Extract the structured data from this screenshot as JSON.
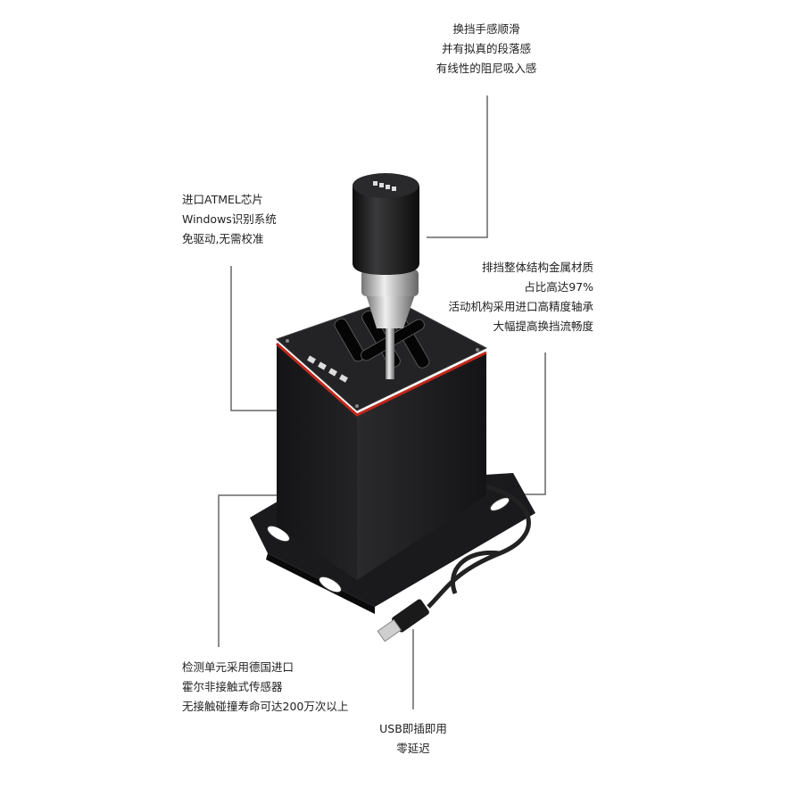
{
  "callouts": {
    "shift_feel": {
      "lines": [
        "换挡手感顺滑",
        "并有拟真的段落感",
        "有线性的阻尼吸入感"
      ]
    },
    "chip": {
      "lines": [
        "进口ATMEL芯片",
        "Windows识别系统",
        "免驱动,无需校准"
      ]
    },
    "structure": {
      "lines": [
        "排挡整体结构金属材质",
        "占比高达97%",
        "活动机构采用进口高精度轴承",
        "大幅提高换挡流畅度"
      ]
    },
    "sensor": {
      "lines": [
        "检测单元采用德国进口",
        "霍尔非接触式传感器",
        "无接触碰撞寿命可达200万次以上"
      ]
    },
    "usb": {
      "lines": [
        "USB即插即用",
        "零延迟"
      ]
    }
  },
  "colors": {
    "accent_edge": "#c0281c",
    "body": "#1c1c1e",
    "leader": "#666666"
  }
}
